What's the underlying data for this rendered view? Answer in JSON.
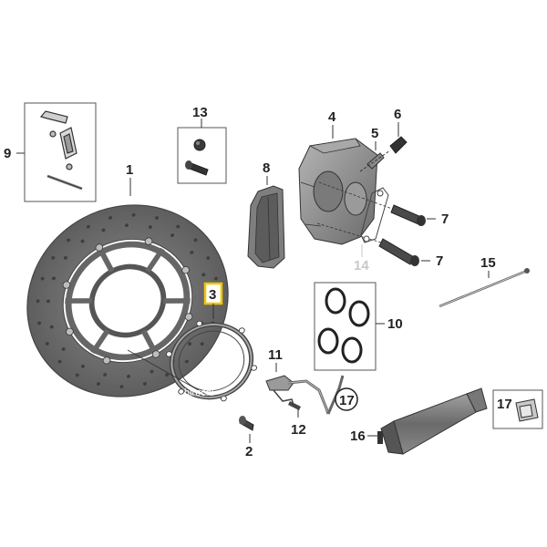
{
  "callouts": {
    "c1": "1",
    "c2": "2",
    "c3": "3",
    "c4": "4",
    "c5": "5",
    "c6": "6",
    "c7a": "7",
    "c7b": "7",
    "c8": "8",
    "c9": "9",
    "c10": "10",
    "c11": "11",
    "c12": "12",
    "c13": "13",
    "c14": "14",
    "c15": "15",
    "c16": "16",
    "c17a": "17",
    "c17b": "17"
  },
  "watermark": "hirochi",
  "colors": {
    "highlight": "#f2c500",
    "disc": "#6e6e6e",
    "caliper": "#8c8c8c",
    "tube": "#7a7a7a"
  }
}
